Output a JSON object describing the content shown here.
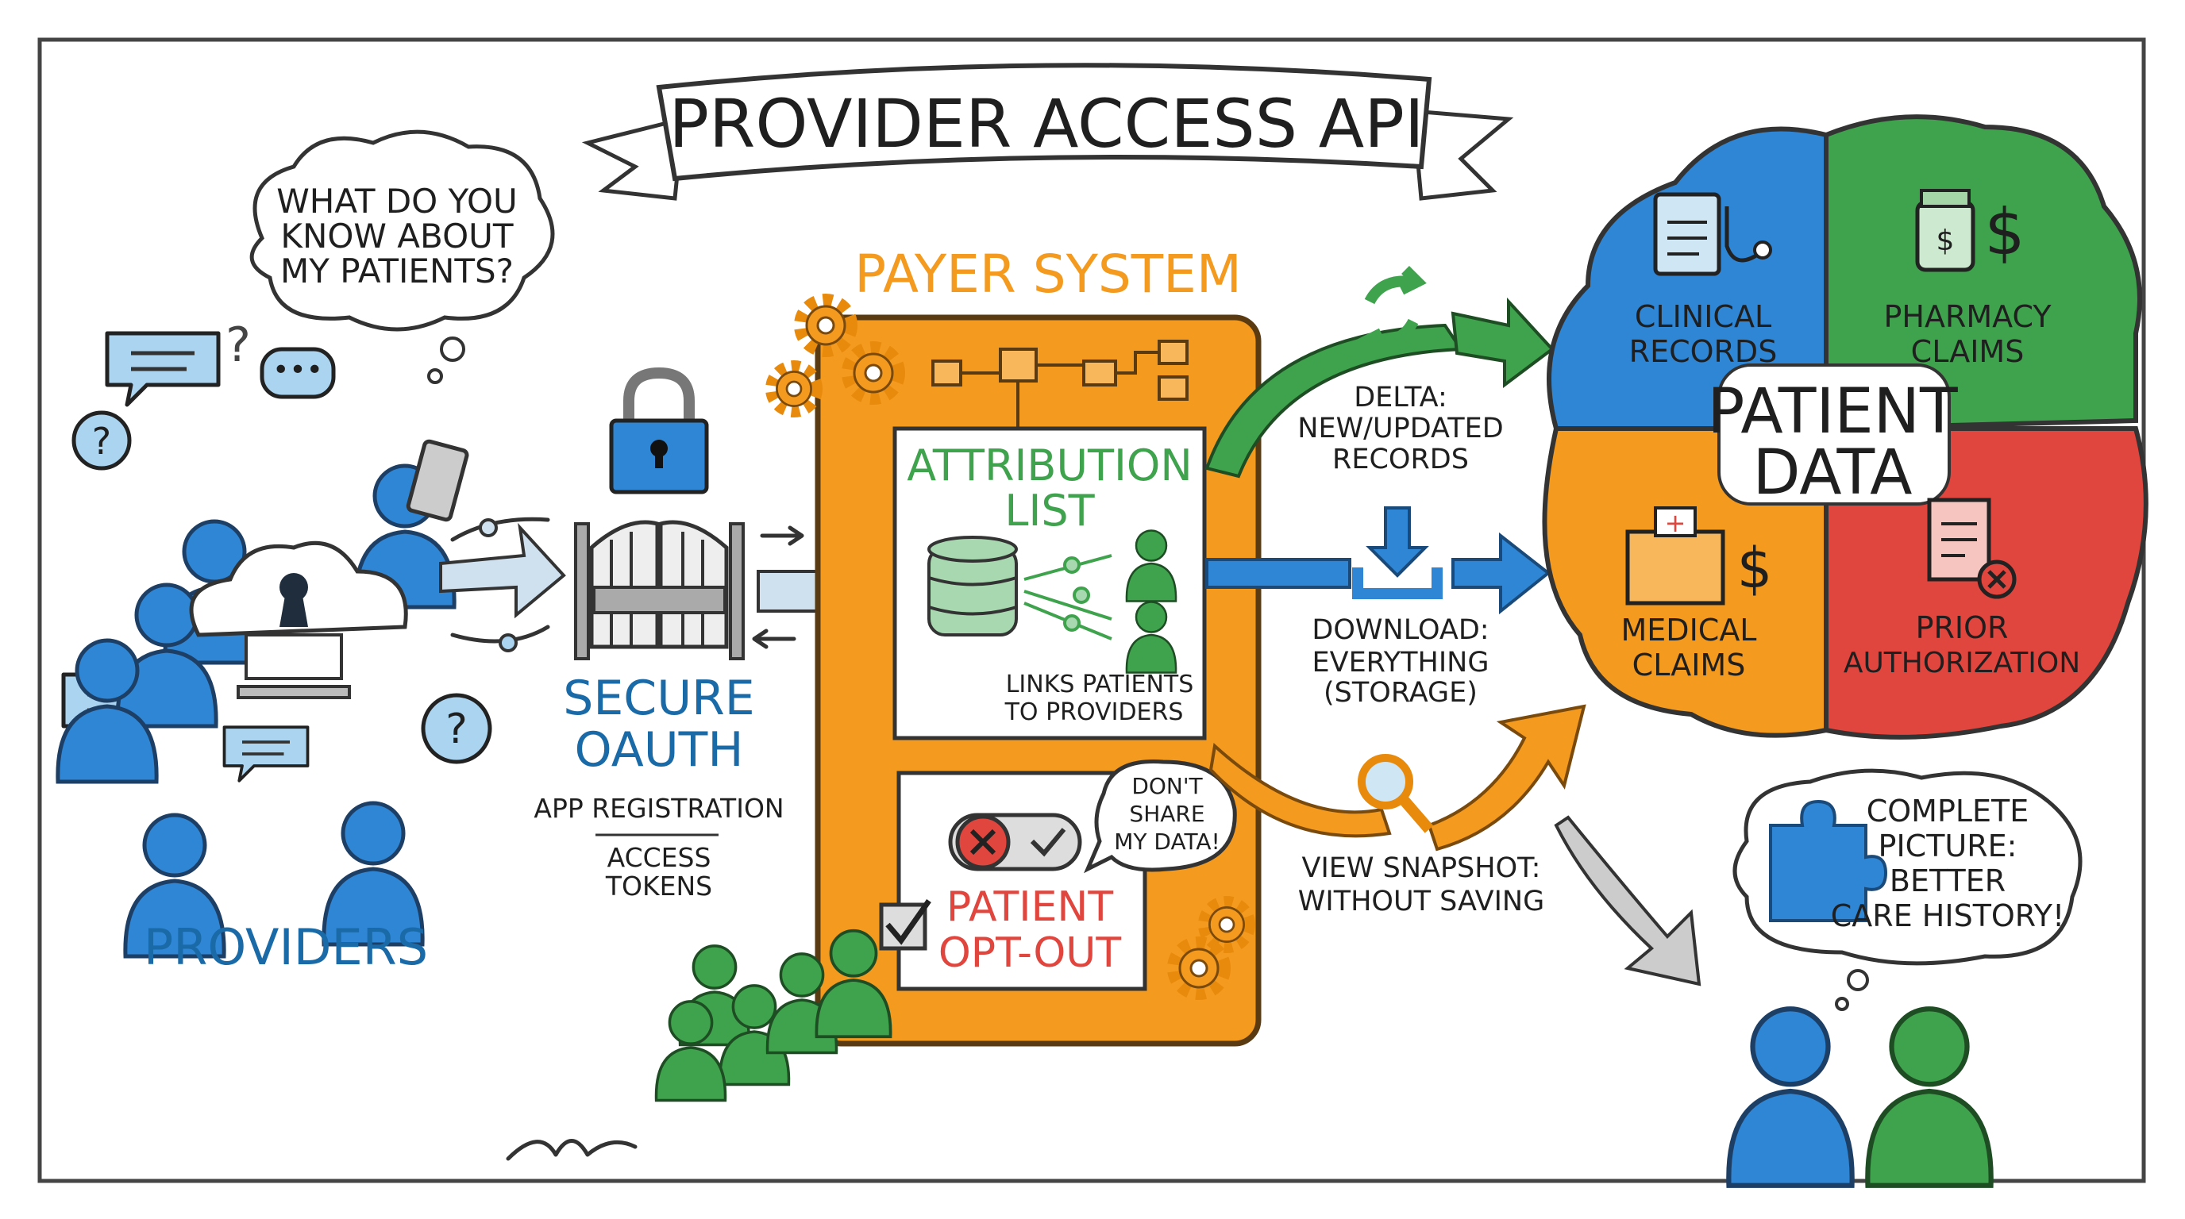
{
  "title": "PROVIDER ACCESS API",
  "providers": {
    "thought": [
      "WHAT DO YOU",
      "KNOW ABOUT",
      "MY PATIENTS?"
    ],
    "label": "PROVIDERS"
  },
  "oauth": {
    "title": [
      "SECURE",
      "OAUTH"
    ],
    "app_registration": "APP REGISTRATION",
    "access_tokens": [
      "ACCESS",
      "TOKENS"
    ]
  },
  "payer": {
    "title": "PAYER SYSTEM",
    "attribution": {
      "title": [
        "ATTRIBUTION",
        "LIST"
      ],
      "caption": [
        "LINKS PATIENTS",
        "TO PROVIDERS"
      ]
    },
    "opt_out": {
      "title": [
        "PATIENT",
        "OPT-OUT"
      ],
      "speech": [
        "DON'T",
        "SHARE",
        "MY DATA!"
      ]
    }
  },
  "flows": {
    "delta": [
      "DELTA:",
      "NEW/UPDATED",
      "RECORDS"
    ],
    "download": [
      "DOWNLOAD:",
      "EVERYTHING",
      "(STORAGE)"
    ],
    "snapshot": [
      "VIEW SNAPSHOT:",
      "WITHOUT SAVING"
    ]
  },
  "patient_data": {
    "title": [
      "PATIENT",
      "DATA"
    ],
    "pieces": [
      {
        "label": [
          "CLINICAL",
          "RECORDS"
        ],
        "color": "#2f86d4"
      },
      {
        "label": [
          "PHARMACY",
          "CLAIMS"
        ],
        "color": "#3fa34d"
      },
      {
        "label": [
          "MEDICAL",
          "CLAIMS"
        ],
        "color": "#f39a1f"
      },
      {
        "label": [
          "PRIOR",
          "AUTHORIZATION"
        ],
        "color": "#e0463e"
      }
    ]
  },
  "outcome": [
    "COMPLETE",
    "PICTURE:",
    "BETTER",
    "CARE HISTORY!"
  ],
  "colors": {
    "blue": "#2f86d4",
    "dark_blue": "#1a6aa8",
    "green": "#3fa34d",
    "orange": "#f39a1f",
    "red": "#e0463e",
    "light_blue": "#aad4f0"
  }
}
